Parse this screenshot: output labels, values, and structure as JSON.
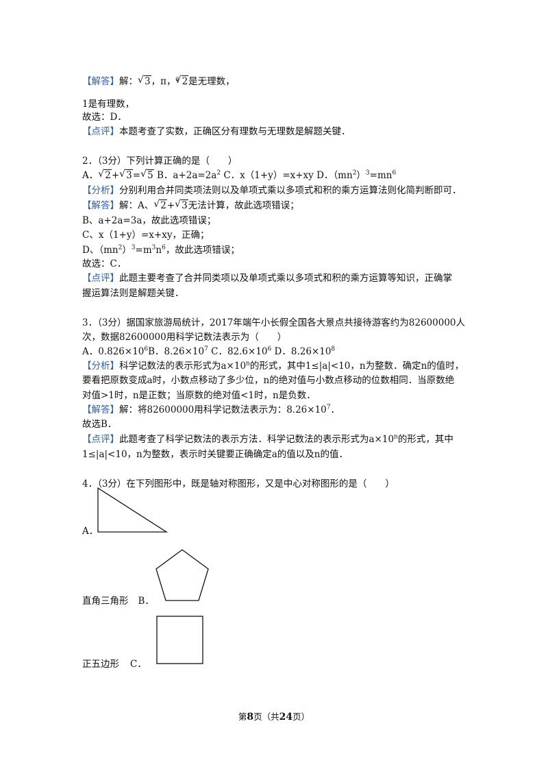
{
  "p1": {
    "tag": "【解答】",
    "pre": "解：",
    "rad1": "3",
    "mid": "，π，",
    "idx": "3",
    "rad2": "2",
    "post": "是无理数，"
  },
  "p2": "1是有理数，",
  "p3": "故选：D．",
  "p4": {
    "tag": "【点评】",
    "text": "本题考查了实数，正确区分有理数与无理数是解题关键．"
  },
  "q2": {
    "stem": "2．（3分）下列计算正确的是（　　）",
    "optA_pre": "A．",
    "optA_r1": "2",
    "plus": "+",
    "optA_r2": "3",
    "eq": "=",
    "optA_r3": "5",
    "optB": "  B．a+2a=2a",
    "optB_sup": "2",
    "optC": "  C．x（1+y）=x+xy",
    "optD": " D．（mn",
    "optD_sup1": "2",
    "optD_mid": "）",
    "optD_sup2": "3",
    "optD_end": "=mn",
    "optD_sup3": "6",
    "fenxi_tag": "【分析】",
    "fenxi": "分别利用合并同类项法则以及单项式乘以多项式和积的乘方运算法则化简判断即可．",
    "jieda_tag": "【解答】",
    "jieda_pre": "解：A、",
    "jieda_r1": "2",
    "jieda_r2": "3",
    "jieda_post": "无法计算，故此选项错误；",
    "lineB": "B、a+2a=3a，故此选项错误；",
    "lineC": "C、x（1+y）=x+xy，正确；",
    "lineD_pre": "D、（mn",
    "lineD_s1": "2",
    "lineD_mid": "）",
    "lineD_s2": "3",
    "lineD_m": "=m",
    "lineD_s3": "3",
    "lineD_n": "n",
    "lineD_s4": "6",
    "lineD_post": "，故此选项错误；",
    "choose": "故选：C．",
    "dianping_tag": "【点评】",
    "dianping1": "此题主要考查了合并同类项以及单项式乘以多项式和积的乘方运算等知识，正确掌",
    "dianping2": "握运算法则是解题关键．"
  },
  "q3": {
    "stem1": "3．（3分）据国家旅游局统计，2017年端午小长假全国各大景点共接待游客约为82600000人",
    "stem2": "次，数据82600000用科学记数法表示为（　　）",
    "optA": "A．0.826×10",
    "optA_sup": "6",
    "optB": "B．8.26×10",
    "optB_sup": "7",
    "optC": " C．82.6×10",
    "optC_sup": "6",
    "optD": " D．8.26×10",
    "optD_sup": "8",
    "fenxi_tag": "【分析】",
    "fenxi1_a": "科学记数法的表示形式为a×10",
    "fenxi1_sup": "n",
    "fenxi1_b": "的形式，其中1≤|a|<10，n为整数．确定n的值时，",
    "fenxi2": "要看把原数变成a时，小数点移动了多少位，n的绝对值与小数点移动的位数相同．当原数绝",
    "fenxi3": "对值>1时，n是正数；当原数的绝对值<1时，n是负数．",
    "jieda_tag": "【解答】",
    "jieda": "解：将82600000用科学记数法表示为：8.26×10",
    "jieda_sup": "7",
    "jieda_end": "．",
    "choose": "故选B．",
    "dianping_tag": "【点评】",
    "dianping1_a": "此题考查了科学记数法的表示方法．科学记数法的表示形式为a×10",
    "dianping1_sup": "n",
    "dianping1_b": "的形式，其中",
    "dianping2": "1≤|a|<10，n为整数，表示时关键要正确确定a的值以及n的值．"
  },
  "q4": {
    "stem": "4．（3分）在下列图形中，既是轴对称图形，又是中心对称图形的是（　　）",
    "labelA": "A．",
    "capA": "直角三角形",
    "labelB": "B．",
    "capB": "正五边形",
    "labelC": "C．"
  },
  "footer": {
    "pre": "第",
    "page": "8",
    "mid": "页（共",
    "total": "24",
    "post": "页）"
  }
}
